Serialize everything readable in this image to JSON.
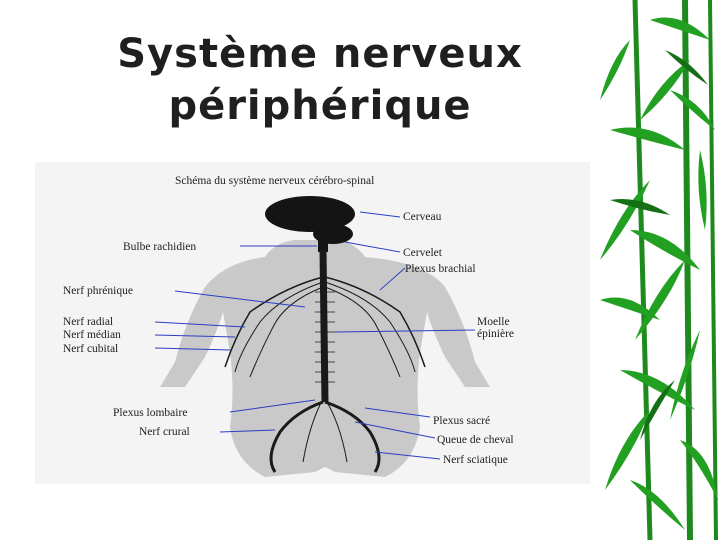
{
  "slide": {
    "title_line1": "Système nerveux",
    "title_line2": "périphérique"
  },
  "diagram": {
    "caption": "Schéma du système nerveux cérébro-spinal",
    "labels": {
      "cerveau": "Cerveau",
      "bulbe": "Bulbe rachidien",
      "cervelet": "Cervelet",
      "plexus_brachial": "Plexus brachial",
      "nerf_phrenique": "Nerf phrénique",
      "nerf_radial": "Nerf radial",
      "nerf_median": "Nerf médian",
      "nerf_cubital": "Nerf cubital",
      "moelle_line1": "Moelle",
      "moelle_line2": "épinière",
      "plexus_lombaire": "Plexus lombaire",
      "nerf_crural": "Nerf crural",
      "plexus_sacre": "Plexus sacré",
      "queue_cheval": "Queue de cheval",
      "nerf_sciatique": "Nerf sciatique"
    }
  },
  "colors": {
    "title": "#1f1f1f",
    "body_silhouette": "#c9c9c9",
    "nerves": "#1a1a1a",
    "arrows": "#2a3fbf",
    "bamboo": "#1e8a1e"
  }
}
